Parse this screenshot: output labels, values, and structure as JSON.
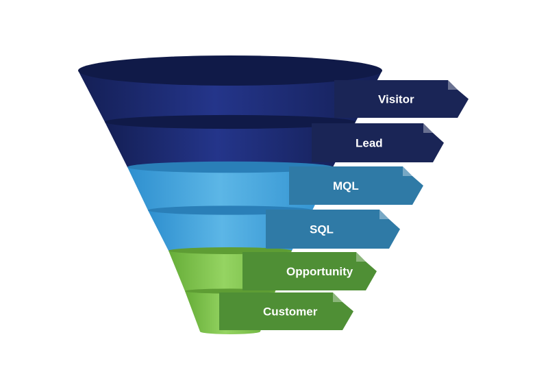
{
  "stages": [
    {
      "label": "Visitor",
      "color": "#1b2a6b",
      "dark": "#101a48",
      "banner": "#1a2556",
      "group": "navy"
    },
    {
      "label": "Lead",
      "color": "#1b2a6b",
      "dark": "#101a48",
      "banner": "#1a2556",
      "group": "navy"
    },
    {
      "label": "MQL",
      "color": "#3fa2da",
      "dark": "#2a7fb8",
      "banner": "#2f7aa6",
      "group": "blue"
    },
    {
      "label": "SQL",
      "color": "#3fa2da",
      "dark": "#2a7fb8",
      "banner": "#2f7aa6",
      "group": "blue"
    },
    {
      "label": "Opportunity",
      "color": "#7cc24a",
      "dark": "#5e9d34",
      "banner": "#4f8f35",
      "group": "green"
    },
    {
      "label": "Customer",
      "color": "#7cc24a",
      "dark": "#5e9d34",
      "banner": "#4f8f35",
      "group": "green"
    }
  ]
}
